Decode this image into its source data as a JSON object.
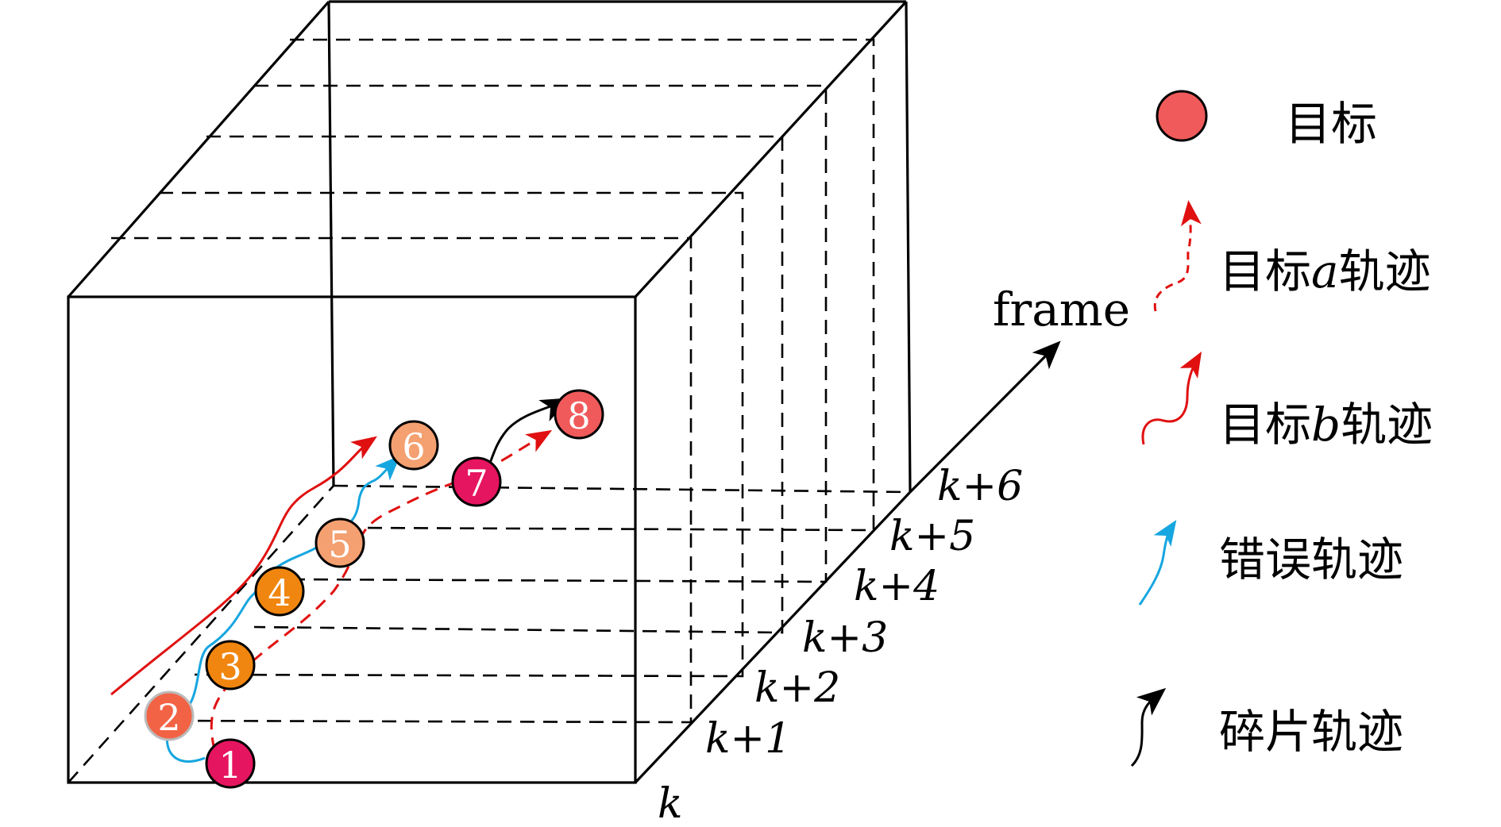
{
  "axis": {
    "label": "frame",
    "frames": [
      "k",
      "k+1",
      "k+2",
      "k+3",
      "k+4",
      "k+5",
      "k+6"
    ]
  },
  "nodes": [
    {
      "label": "1",
      "color": "#e6155f"
    },
    {
      "label": "2",
      "color": "#f26244"
    },
    {
      "label": "3",
      "color": "#f0860f"
    },
    {
      "label": "4",
      "color": "#f0860f"
    },
    {
      "label": "5",
      "color": "#f4a070"
    },
    {
      "label": "6",
      "color": "#f4a070"
    },
    {
      "label": "7",
      "color": "#e6155f"
    },
    {
      "label": "8",
      "color": "#f05a5a"
    }
  ],
  "legend": [
    {
      "label": "目标",
      "icon": "red-circle-icon",
      "color": "#f05a5a"
    },
    {
      "label_prefix": "目标",
      "label_var": "a",
      "label_suffix": "轨迹",
      "icon": "red-dashed-arrow-icon",
      "color": "#e01010"
    },
    {
      "label_prefix": "目标",
      "label_var": "b",
      "label_suffix": "轨迹",
      "icon": "red-solid-arrow-icon",
      "color": "#e01010"
    },
    {
      "label": "错误轨迹",
      "icon": "blue-arrow-icon",
      "color": "#16a6e0"
    },
    {
      "label": "碎片轨迹",
      "icon": "black-arrow-icon",
      "color": "#000000"
    }
  ]
}
